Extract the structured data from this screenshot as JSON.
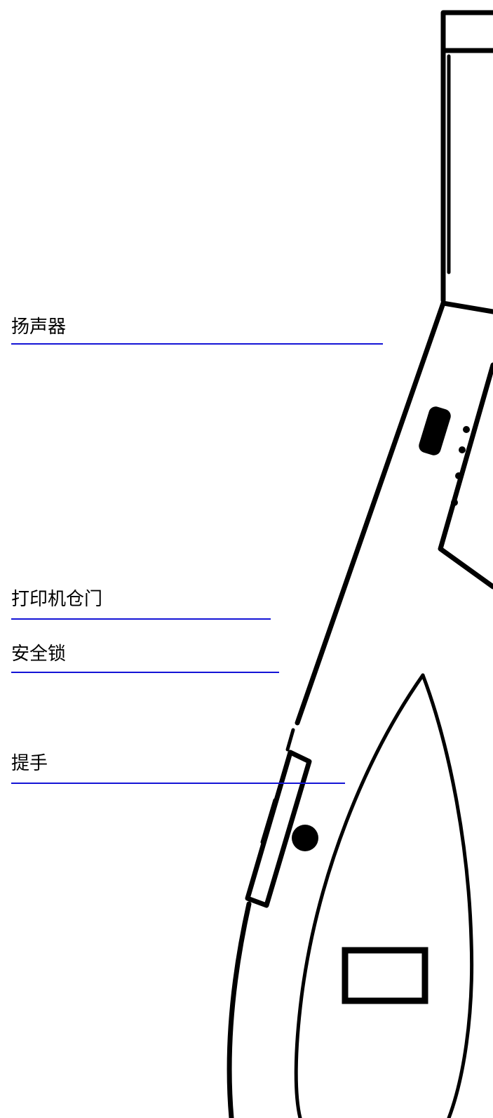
{
  "colors": {
    "callout_line": "#1414d6",
    "outline": "#000000",
    "background": "#ffffff"
  },
  "callouts": {
    "speaker": "扬声器",
    "printer_door": "打印机仓门",
    "safety_lock": "安全锁",
    "handle": "提手"
  }
}
